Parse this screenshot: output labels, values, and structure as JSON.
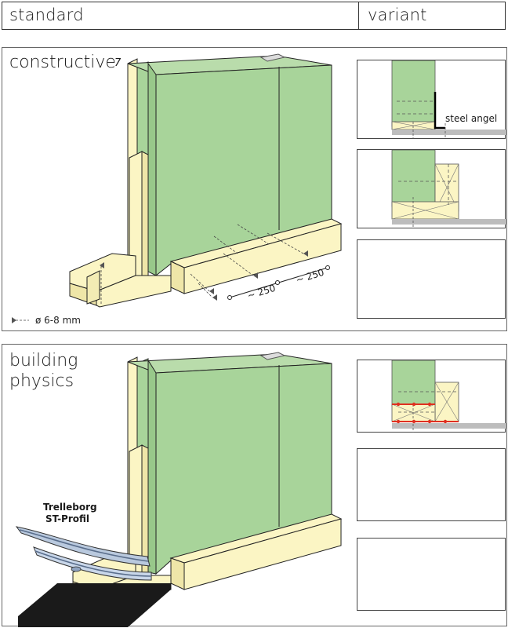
{
  "header": {
    "standard": "standard",
    "variant": "variant"
  },
  "constructive": {
    "title": "constructive",
    "footnote_mark": "7",
    "dim1": "~ 250",
    "dim2": "~ 250",
    "screw_legend": "ø 6-8 mm",
    "variant_label": "steel angel"
  },
  "building_physics": {
    "title_line1": "building",
    "title_line2": "physics",
    "profile_line1": "Trelleborg",
    "profile_line2": "ST-Profil"
  },
  "colors": {
    "panel_green": "#a8d49a",
    "timber": "#fbf5c4",
    "steel": "#000000",
    "ground": "#bdbdbd",
    "seal_red": "#e03020"
  }
}
